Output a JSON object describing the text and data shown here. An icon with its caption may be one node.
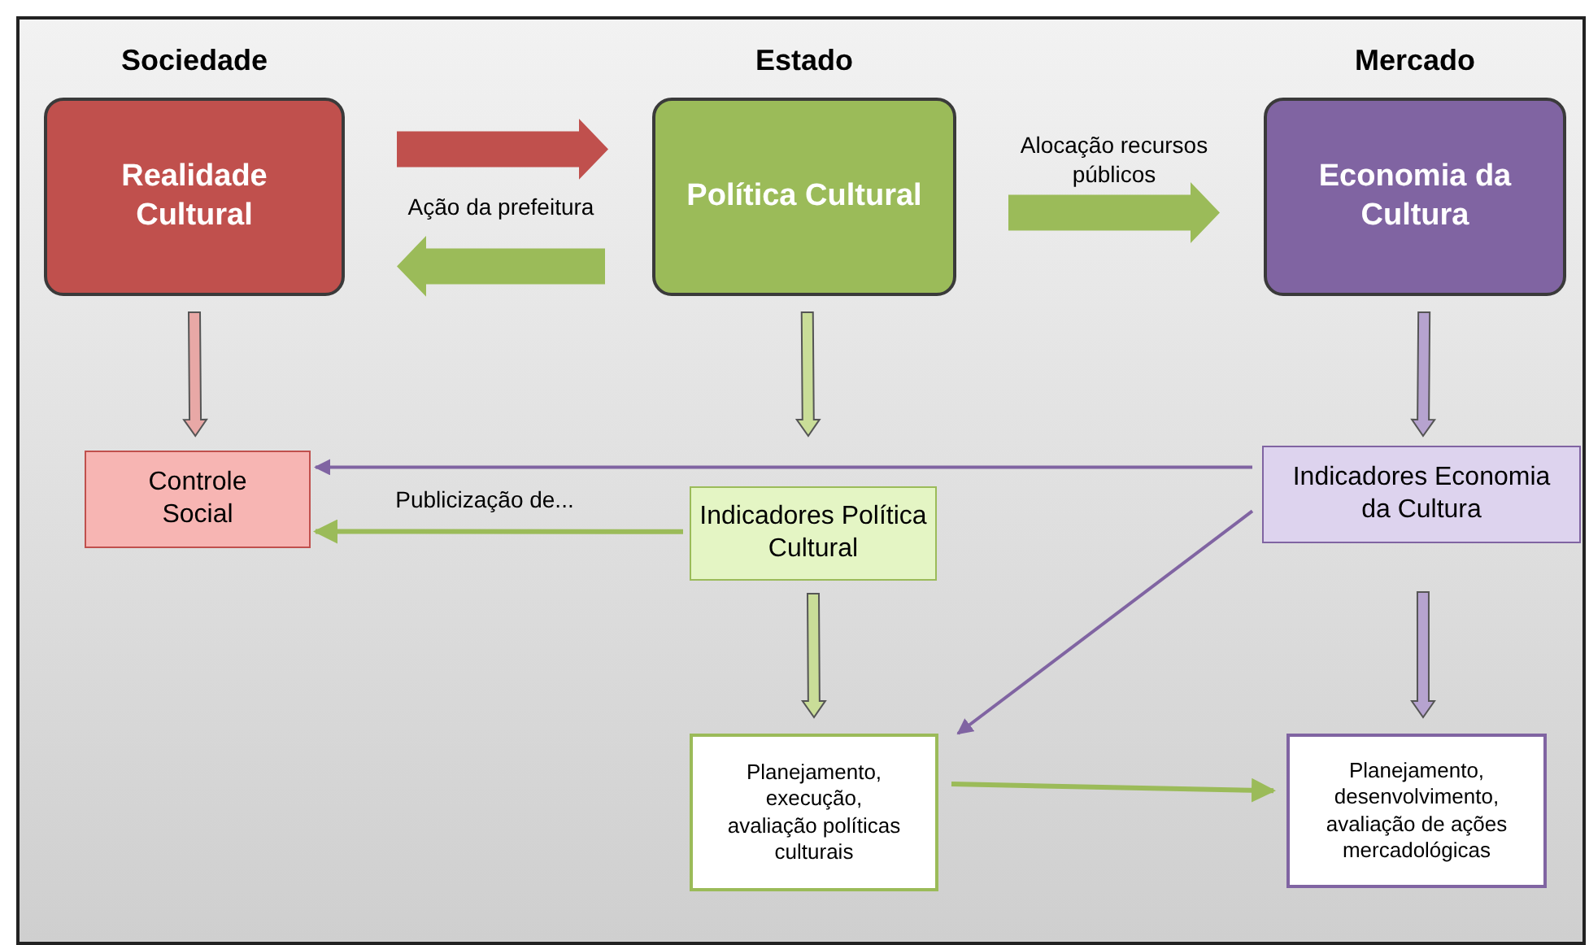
{
  "diagram": {
    "nodes": [
      {
        "text": [
          "Sociedade",
          "Realidade Cultural"
        ]
      },
      {
        "text": [
          "Estado",
          "Política Cultural"
        ]
      },
      {
        "text": [
          "Mercado",
          "Economia da Cultura"
        ]
      },
      {
        "text": [
          "Controle Social"
        ]
      },
      {
        "text": [
          "Indicadores Política Cultural"
        ]
      },
      {
        "text": [
          "Indicadores Economia da Cultura"
        ]
      },
      {
        "text": [
          "Planejamento, execução, avaliação políticas culturais"
        ]
      },
      {
        "text": [
          "Planejamento, desenvolvimento, avaliação de ações mercadológicas"
        ]
      }
    ],
    "edges": [
      {
        "from": 0,
        "to": 1,
        "arrow": "to",
        "style": "thick",
        "color": "#c0504d",
        "label": "Ação da prefeitura"
      },
      {
        "from": 1,
        "to": 0,
        "arrow": "to",
        "style": "thick"
      },
      {
        "from": 1,
        "to": 2,
        "arrow": "to",
        "style": "thick",
        "label": "Alocação recursos públicos"
      },
      {
        "from": 0,
        "to": 3,
        "arrow": "to",
        "style": "thick",
        "color": "#c0504d"
      },
      {
        "from": 1,
        "to": 4,
        "arrow": "to",
        "style": "thick"
      },
      {
        "from": 2,
        "to": 5,
        "arrow": "to",
        "style": "thick",
        "color": "#8064a2"
      },
      {
        "from": 5,
        "to": 3,
        "arrow": "to",
        "color": "#8064a2"
      },
      {
        "from": 4,
        "to": 3,
        "arrow": "to",
        "label": "Publicização de..."
      },
      {
        "from": 4,
        "to": 6,
        "arrow": "to",
        "style": "thick"
      },
      {
        "from": 5,
        "to": 6,
        "arrow": "to",
        "color": "#8064a2"
      },
      {
        "from": 6,
        "to": 7,
        "arrow": "to"
      },
      {
        "from": 5,
        "to": 7,
        "arrow": "to",
        "style": "thick",
        "color": "#8064a2"
      }
    ]
  }
}
